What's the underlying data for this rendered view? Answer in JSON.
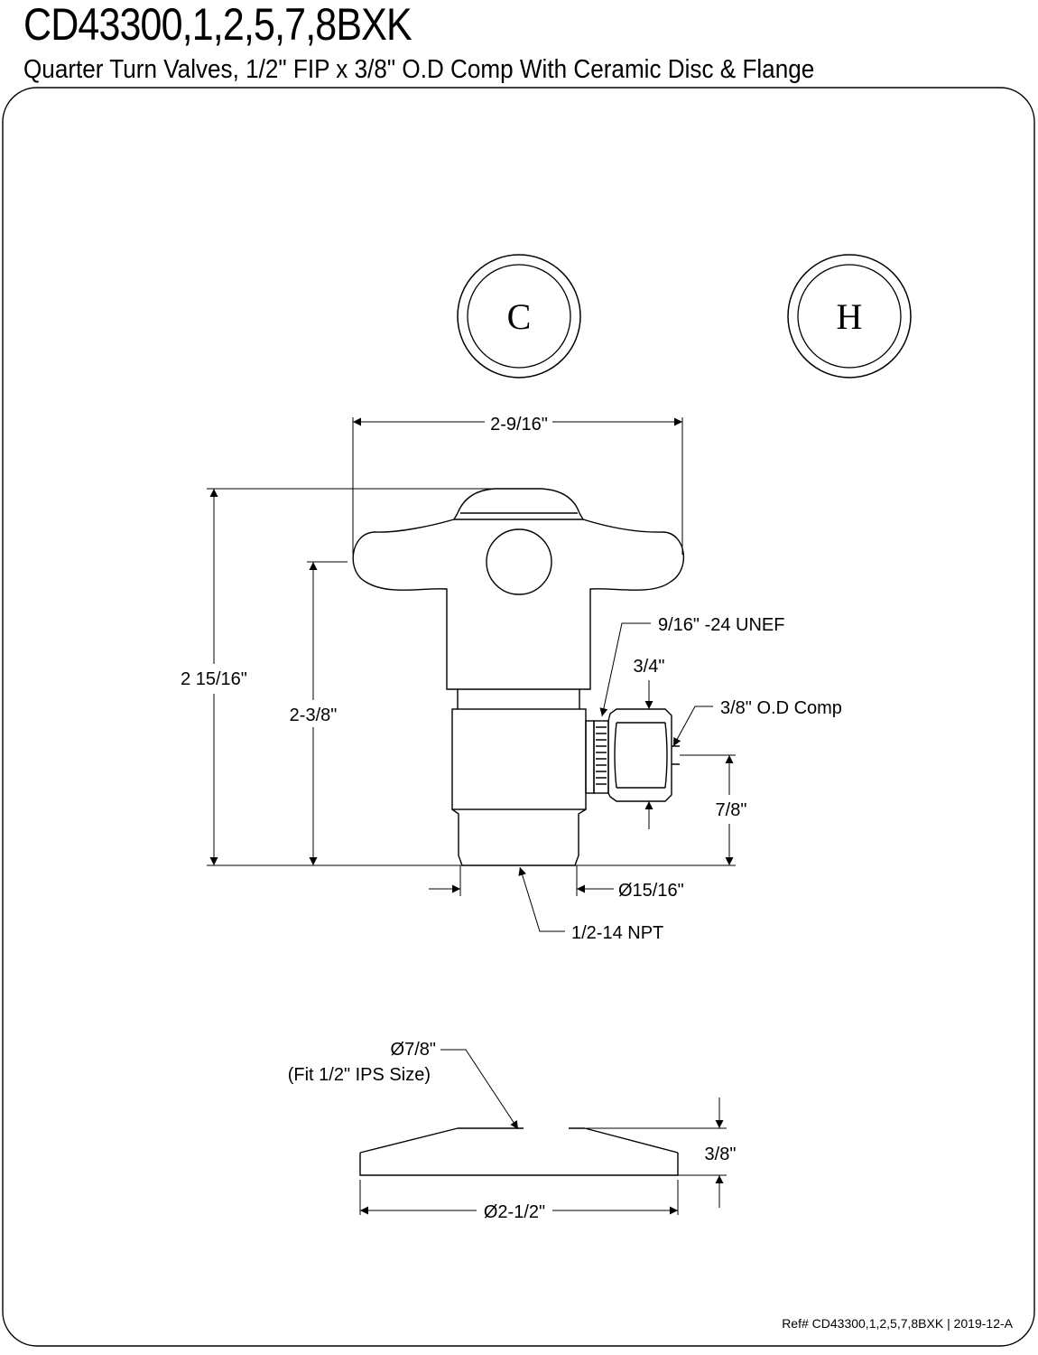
{
  "header": {
    "title": "CD43300,1,2,5,7,8BXK",
    "subtitle": "Quarter Turn Valves, 1/2\" FIP x 3/8\" O.D Comp With Ceramic Disc & Flange"
  },
  "index_buttons": {
    "cold_letter": "C",
    "hot_letter": "H"
  },
  "valve_dimensions": {
    "handle_width": "2-9/16\"",
    "overall_height": "2 15/16\"",
    "inlet_height": "2-3/8\"",
    "thread_spec": "9/16\" -24 UNEF",
    "nut_size": "3/4\"",
    "outlet_comp": "3/8\" O.D Comp",
    "outlet_height": "7/8\"",
    "inlet_diameter": "Ø15/16\"",
    "inlet_thread": "1/2-14 NPT"
  },
  "flange_dimensions": {
    "bore_diameter": "Ø7/8\"",
    "bore_note": "(Fit 1/2\" IPS Size)",
    "height": "3/8\"",
    "outer_diameter": "Ø2-1/2\""
  },
  "footer": {
    "reference": "Ref# CD43300,1,2,5,7,8BXK | 2019-12-A"
  }
}
